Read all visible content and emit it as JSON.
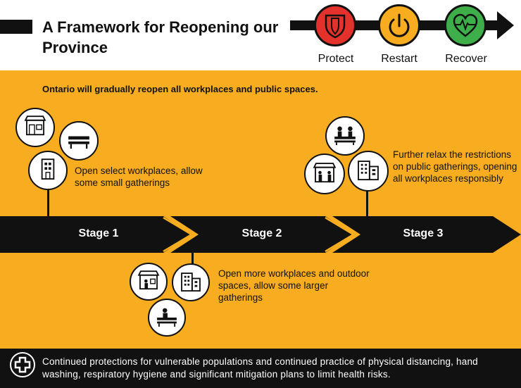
{
  "header": {
    "title": "A Framework for Reopening our Province",
    "phases": [
      {
        "label": "Protect",
        "icon": "shield-icon",
        "color": "#e3322b"
      },
      {
        "label": "Restart",
        "icon": "power-icon",
        "color": "#f7ad1f"
      },
      {
        "label": "Recover",
        "icon": "heartbeat-icon",
        "color": "#3dae49"
      }
    ]
  },
  "intro": "Ontario will gradually reopen all workplaces and public spaces.",
  "stages": [
    {
      "label": "Stage 1",
      "description": "Open select workplaces, allow some small gatherings",
      "icons": [
        "storefront-icon",
        "park-bench-icon",
        "office-building-icon"
      ]
    },
    {
      "label": "Stage 2",
      "description": "Open more workplaces and outdoor spaces, allow some larger gatherings",
      "icons": [
        "storefront-icon",
        "office-buildings-icon",
        "person-on-bench-icon"
      ]
    },
    {
      "label": "Stage 3",
      "description": "Further relax the restrictions on public gatherings, opening all workplaces responsibly",
      "icons": [
        "people-on-bench-icon",
        "storefront-with-people-icon",
        "office-buildings-icon"
      ]
    }
  ],
  "footer": {
    "icon": "medical-cross-icon",
    "text": "Continued protections for vulnerable populations and continued practice of physical distancing, hand washing, respiratory hygiene and significant mitigation plans to limit health risks."
  },
  "colors": {
    "background": "#f7ad1f",
    "band": "#111111",
    "chevron": "#f7ad1f"
  }
}
